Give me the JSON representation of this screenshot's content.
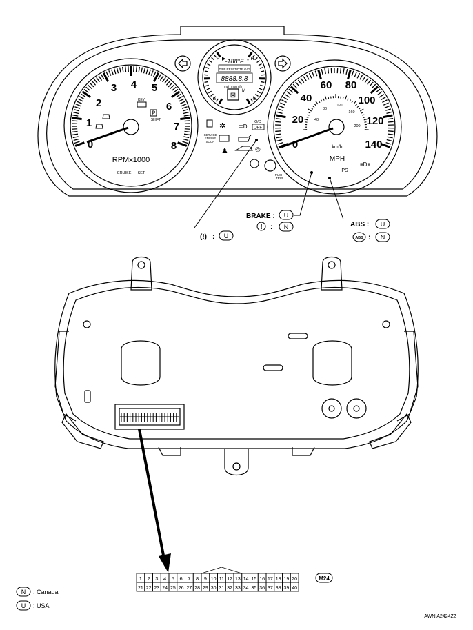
{
  "tach": {
    "numbers": [
      "0",
      "1",
      "2",
      "3",
      "4",
      "5",
      "6",
      "7",
      "8"
    ],
    "label": "RPMx1000",
    "cruise": "CRUISE",
    "set": "SET",
    "key_label": "KEY",
    "shift_label": "SHIFT"
  },
  "speedo": {
    "mph_numbers": [
      "0",
      "20",
      "40",
      "60",
      "80",
      "100",
      "120",
      "140"
    ],
    "kmh_numbers": [
      "40",
      "80",
      "120",
      "160",
      "200"
    ],
    "kmh_label": "km/h",
    "mph_label": "MPH",
    "ps_label": "PS"
  },
  "center_display": {
    "f_label": "F",
    "h_label": "H",
    "e_label": "E",
    "c_label": "C",
    "temp_text": "-188°F",
    "mode_text": "TRIP RESET/DTE AVG",
    "digits_text": "8888.8.8",
    "units_text": "mph  mpg  cfh",
    "m_label": "M"
  },
  "warnings": {
    "service_engine_soon": [
      "SERVICE",
      "ENGINE",
      "SOON"
    ],
    "od": "O/D",
    "off": "OFF",
    "push": "PUSH",
    "trip": "TRIP"
  },
  "callouts": {
    "brake_label": "BRAKE :",
    "abs_label": "ABS :",
    "abs_icon_text": "ABS",
    "exclaim_icon_text": "!",
    "tpms_icon_text": "(!)",
    "sep": ":",
    "u": "U",
    "n": "N"
  },
  "connector": {
    "top_row": [
      "1",
      "2",
      "3",
      "4",
      "5",
      "6",
      "7",
      "8",
      "9",
      "10",
      "11",
      "12",
      "13",
      "14",
      "15",
      "16",
      "17",
      "18",
      "19",
      "20"
    ],
    "bottom_row": [
      "21",
      "22",
      "23",
      "24",
      "25",
      "26",
      "27",
      "28",
      "29",
      "30",
      "31",
      "32",
      "33",
      "34",
      "35",
      "36",
      "37",
      "38",
      "39",
      "40"
    ],
    "id": "M24"
  },
  "legend": [
    {
      "code": "N",
      "text": ": Canada"
    },
    {
      "code": "U",
      "text": ": USA"
    }
  ],
  "figure_id": "AWNIA2424ZZ"
}
